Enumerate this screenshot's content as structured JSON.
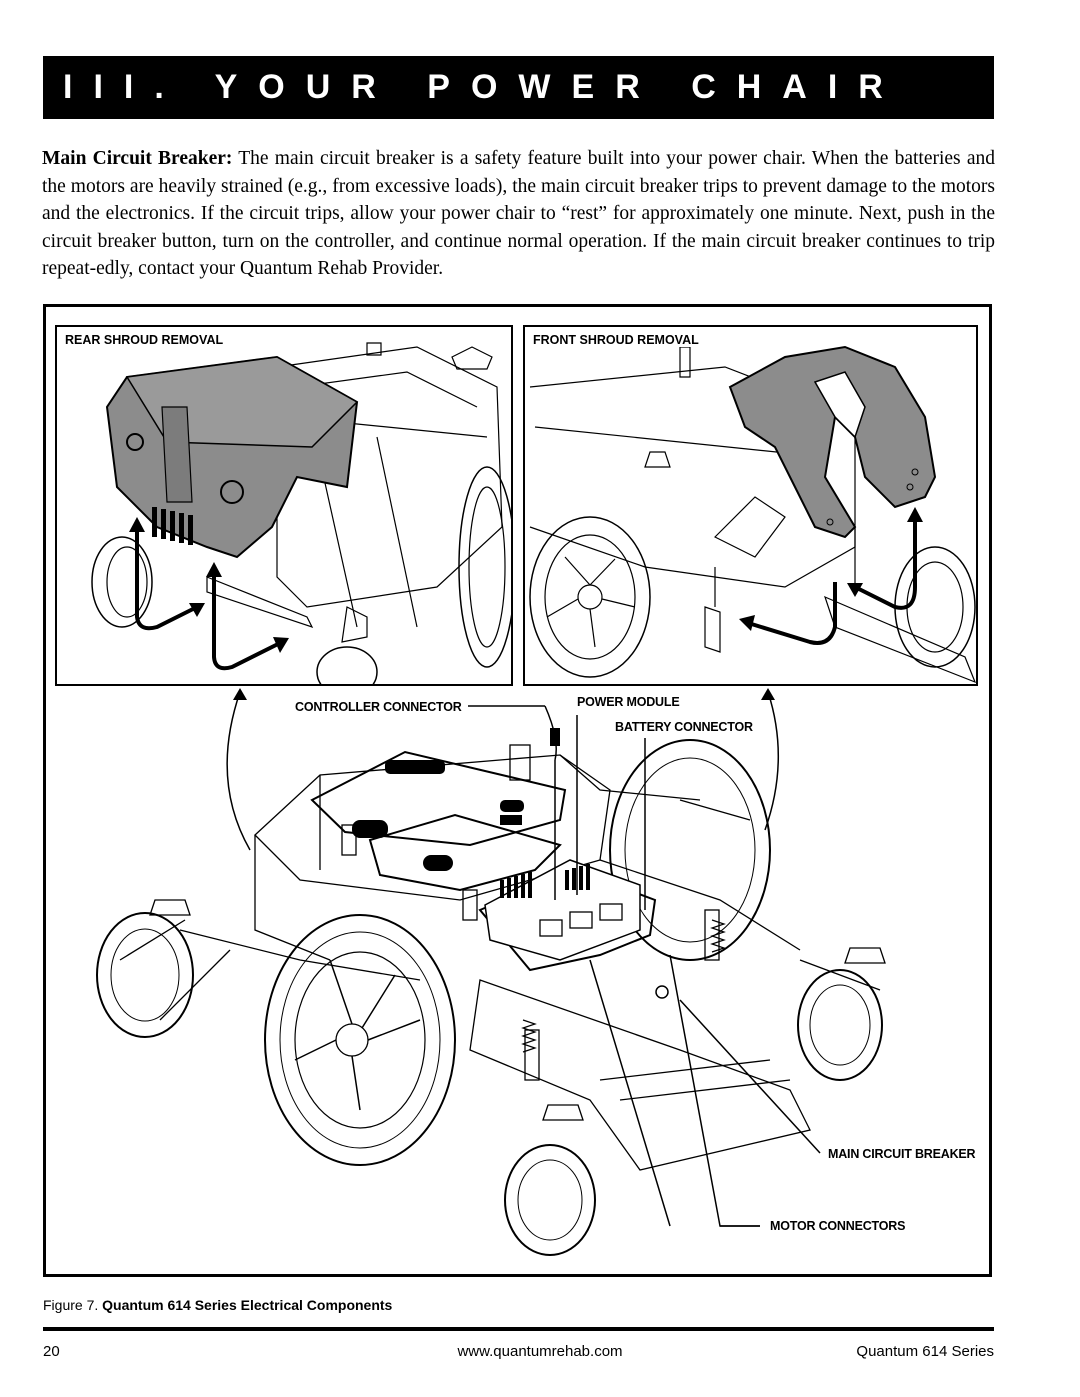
{
  "header": {
    "title": "III. YOUR POWER CHAIR"
  },
  "body": {
    "term": "Main Circuit Breaker:",
    "text": " The main circuit breaker is a safety feature built into your power chair. When the batteries and the motors are heavily strained (e.g., from excessive loads), the main circuit breaker trips to prevent damage to the motors and the electronics. If the circuit trips, allow your power chair to “rest” for approximately one minute. Next, push in the circuit breaker button, turn on the controller, and continue normal operation. If the main circuit breaker continues to trip repeat-edly, contact your Quantum Rehab Provider."
  },
  "figure": {
    "rear_panel_label": "REAR SHROUD REMOVAL",
    "front_panel_label": "FRONT SHROUD REMOVAL",
    "callouts": {
      "controller_connector": "CONTROLLER CONNECTOR",
      "power_module": "POWER MODULE",
      "battery_connector": "BATTERY CONNECTOR",
      "main_circuit_breaker": "MAIN CIRCUIT BREAKER",
      "motor_connectors": "MOTOR CONNECTORS"
    },
    "caption_prefix": "Figure 7.",
    "caption_text": " Quantum 614 Series Electrical Components"
  },
  "footer": {
    "page_number": "20",
    "url": "www.quantumrehab.com",
    "product": "Quantum 614 Series"
  }
}
